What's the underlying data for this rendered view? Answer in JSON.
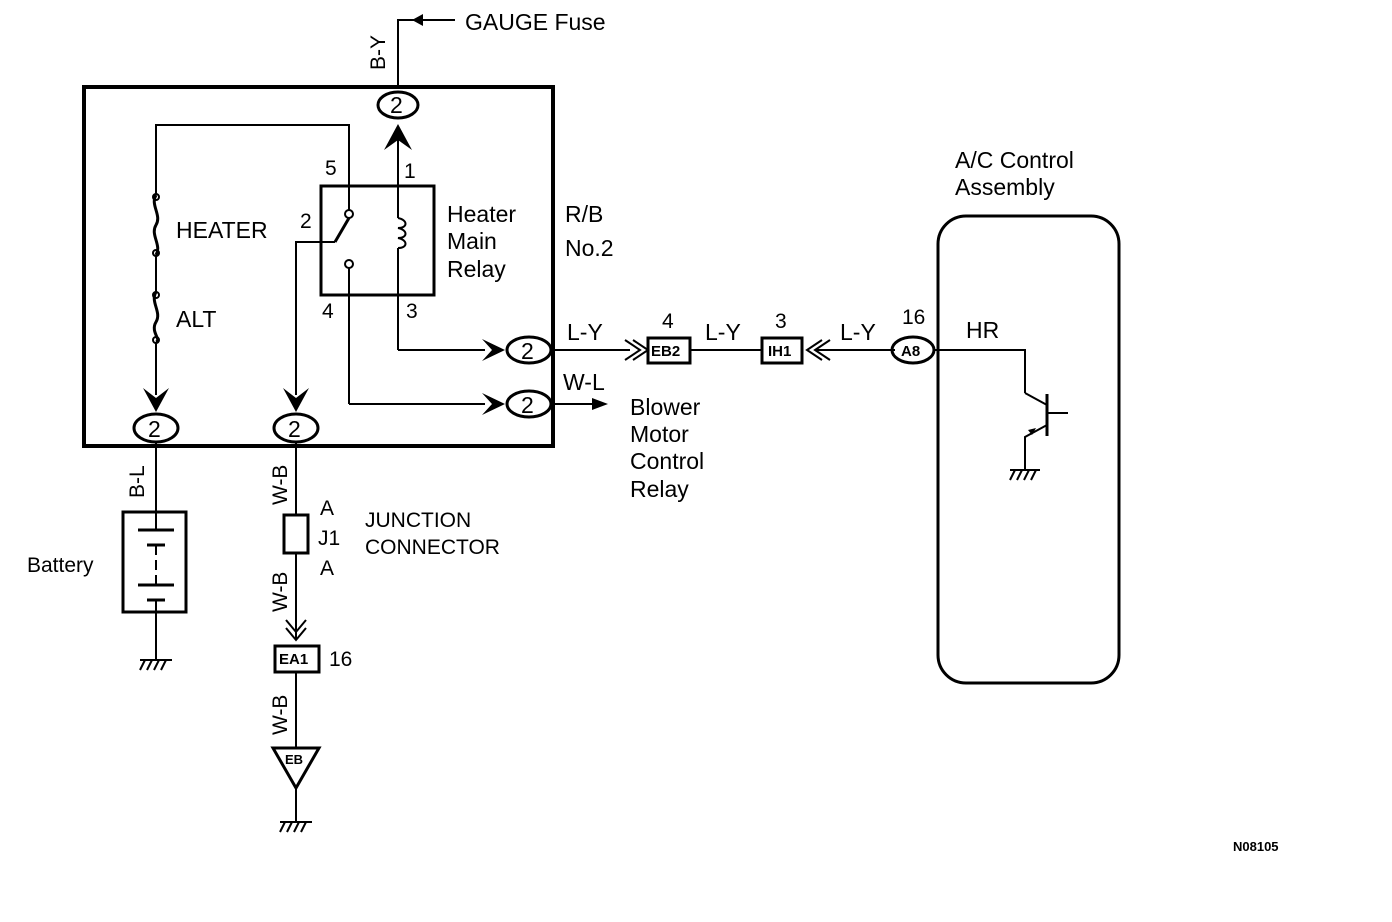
{
  "title_fuse": "GAUGE Fuse",
  "wires": {
    "by": "B-Y",
    "bl": "B-L",
    "wb": "W-B",
    "ly": "L-Y",
    "wl": "W-L"
  },
  "relay_box": {
    "name_line1": "R/B",
    "name_line2": "No.2",
    "connector_pin": "2"
  },
  "fuses": {
    "heater": "HEATER",
    "alt": "ALT"
  },
  "relay": {
    "line1": "Heater",
    "line2": "Main",
    "line3": "Relay",
    "pin1": "1",
    "pin2": "2",
    "pin3": "3",
    "pin4": "4",
    "pin5": "5"
  },
  "connectors": {
    "eb2": "EB2",
    "eb2_pin": "4",
    "ih1": "IH1",
    "ih1_pin": "3",
    "a8": "A8",
    "a8_pin": "16",
    "ea1": "EA1",
    "ea1_pin": "16",
    "eb_ground": "EB"
  },
  "blower": {
    "line1": "Blower",
    "line2": "Motor",
    "line3": "Control",
    "line4": "Relay"
  },
  "ac_control": {
    "line1": "A/C Control",
    "line2": "Assembly",
    "terminal": "HR"
  },
  "battery": "Battery",
  "junction": {
    "line1": "JUNCTION",
    "line2": "CONNECTOR",
    "id": "J1",
    "pin_a_top": "A",
    "pin_a_bottom": "A"
  },
  "figure_id": "N08105"
}
